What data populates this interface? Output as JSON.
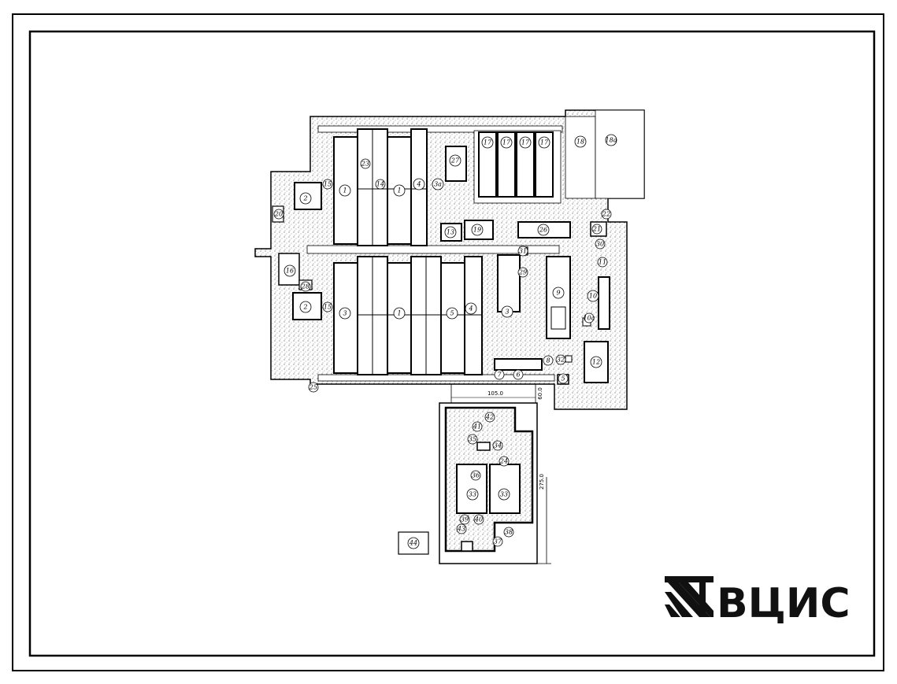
{
  "sheet": {
    "stamp_text": "ВЦИС"
  },
  "dimensions": {
    "width_label": "105.0",
    "length_label": "275.0",
    "offset_label": "60.0"
  },
  "labels": {
    "b1": "1",
    "b2": "1",
    "b3": "3",
    "b4": "1",
    "b5": "5",
    "b2a": "2",
    "b2b": "2",
    "b4a": "4",
    "b4b": "4",
    "b6": "6",
    "b7": "7",
    "b8": "8",
    "b9": "9",
    "b10": "10",
    "b10a": "10а",
    "b11": "11",
    "b12": "12",
    "b13": "13",
    "b14": "14",
    "b15a": "15",
    "b15b": "15",
    "b16": "16",
    "b17a": "17",
    "b17b": "17",
    "b17c": "17",
    "b17d": "17",
    "b18": "18",
    "b18a": "18а",
    "b19": "19",
    "b20": "20",
    "b21": "21",
    "b22": "22",
    "b23": "23",
    "b24": "24",
    "b25": "25",
    "b26": "26",
    "b27": "27",
    "b28": "28",
    "b29": "29",
    "b30": "30",
    "b31": "31",
    "b32": "32",
    "b33a": "33",
    "b33b": "33",
    "b34": "34",
    "b35": "35",
    "b36": "36",
    "b37": "37",
    "b38": "38",
    "b39": "39",
    "b40": "40",
    "b41": "41",
    "b42": "42",
    "b43": "43",
    "b44": "44",
    "b3a": "3а",
    "b21a": "21"
  }
}
